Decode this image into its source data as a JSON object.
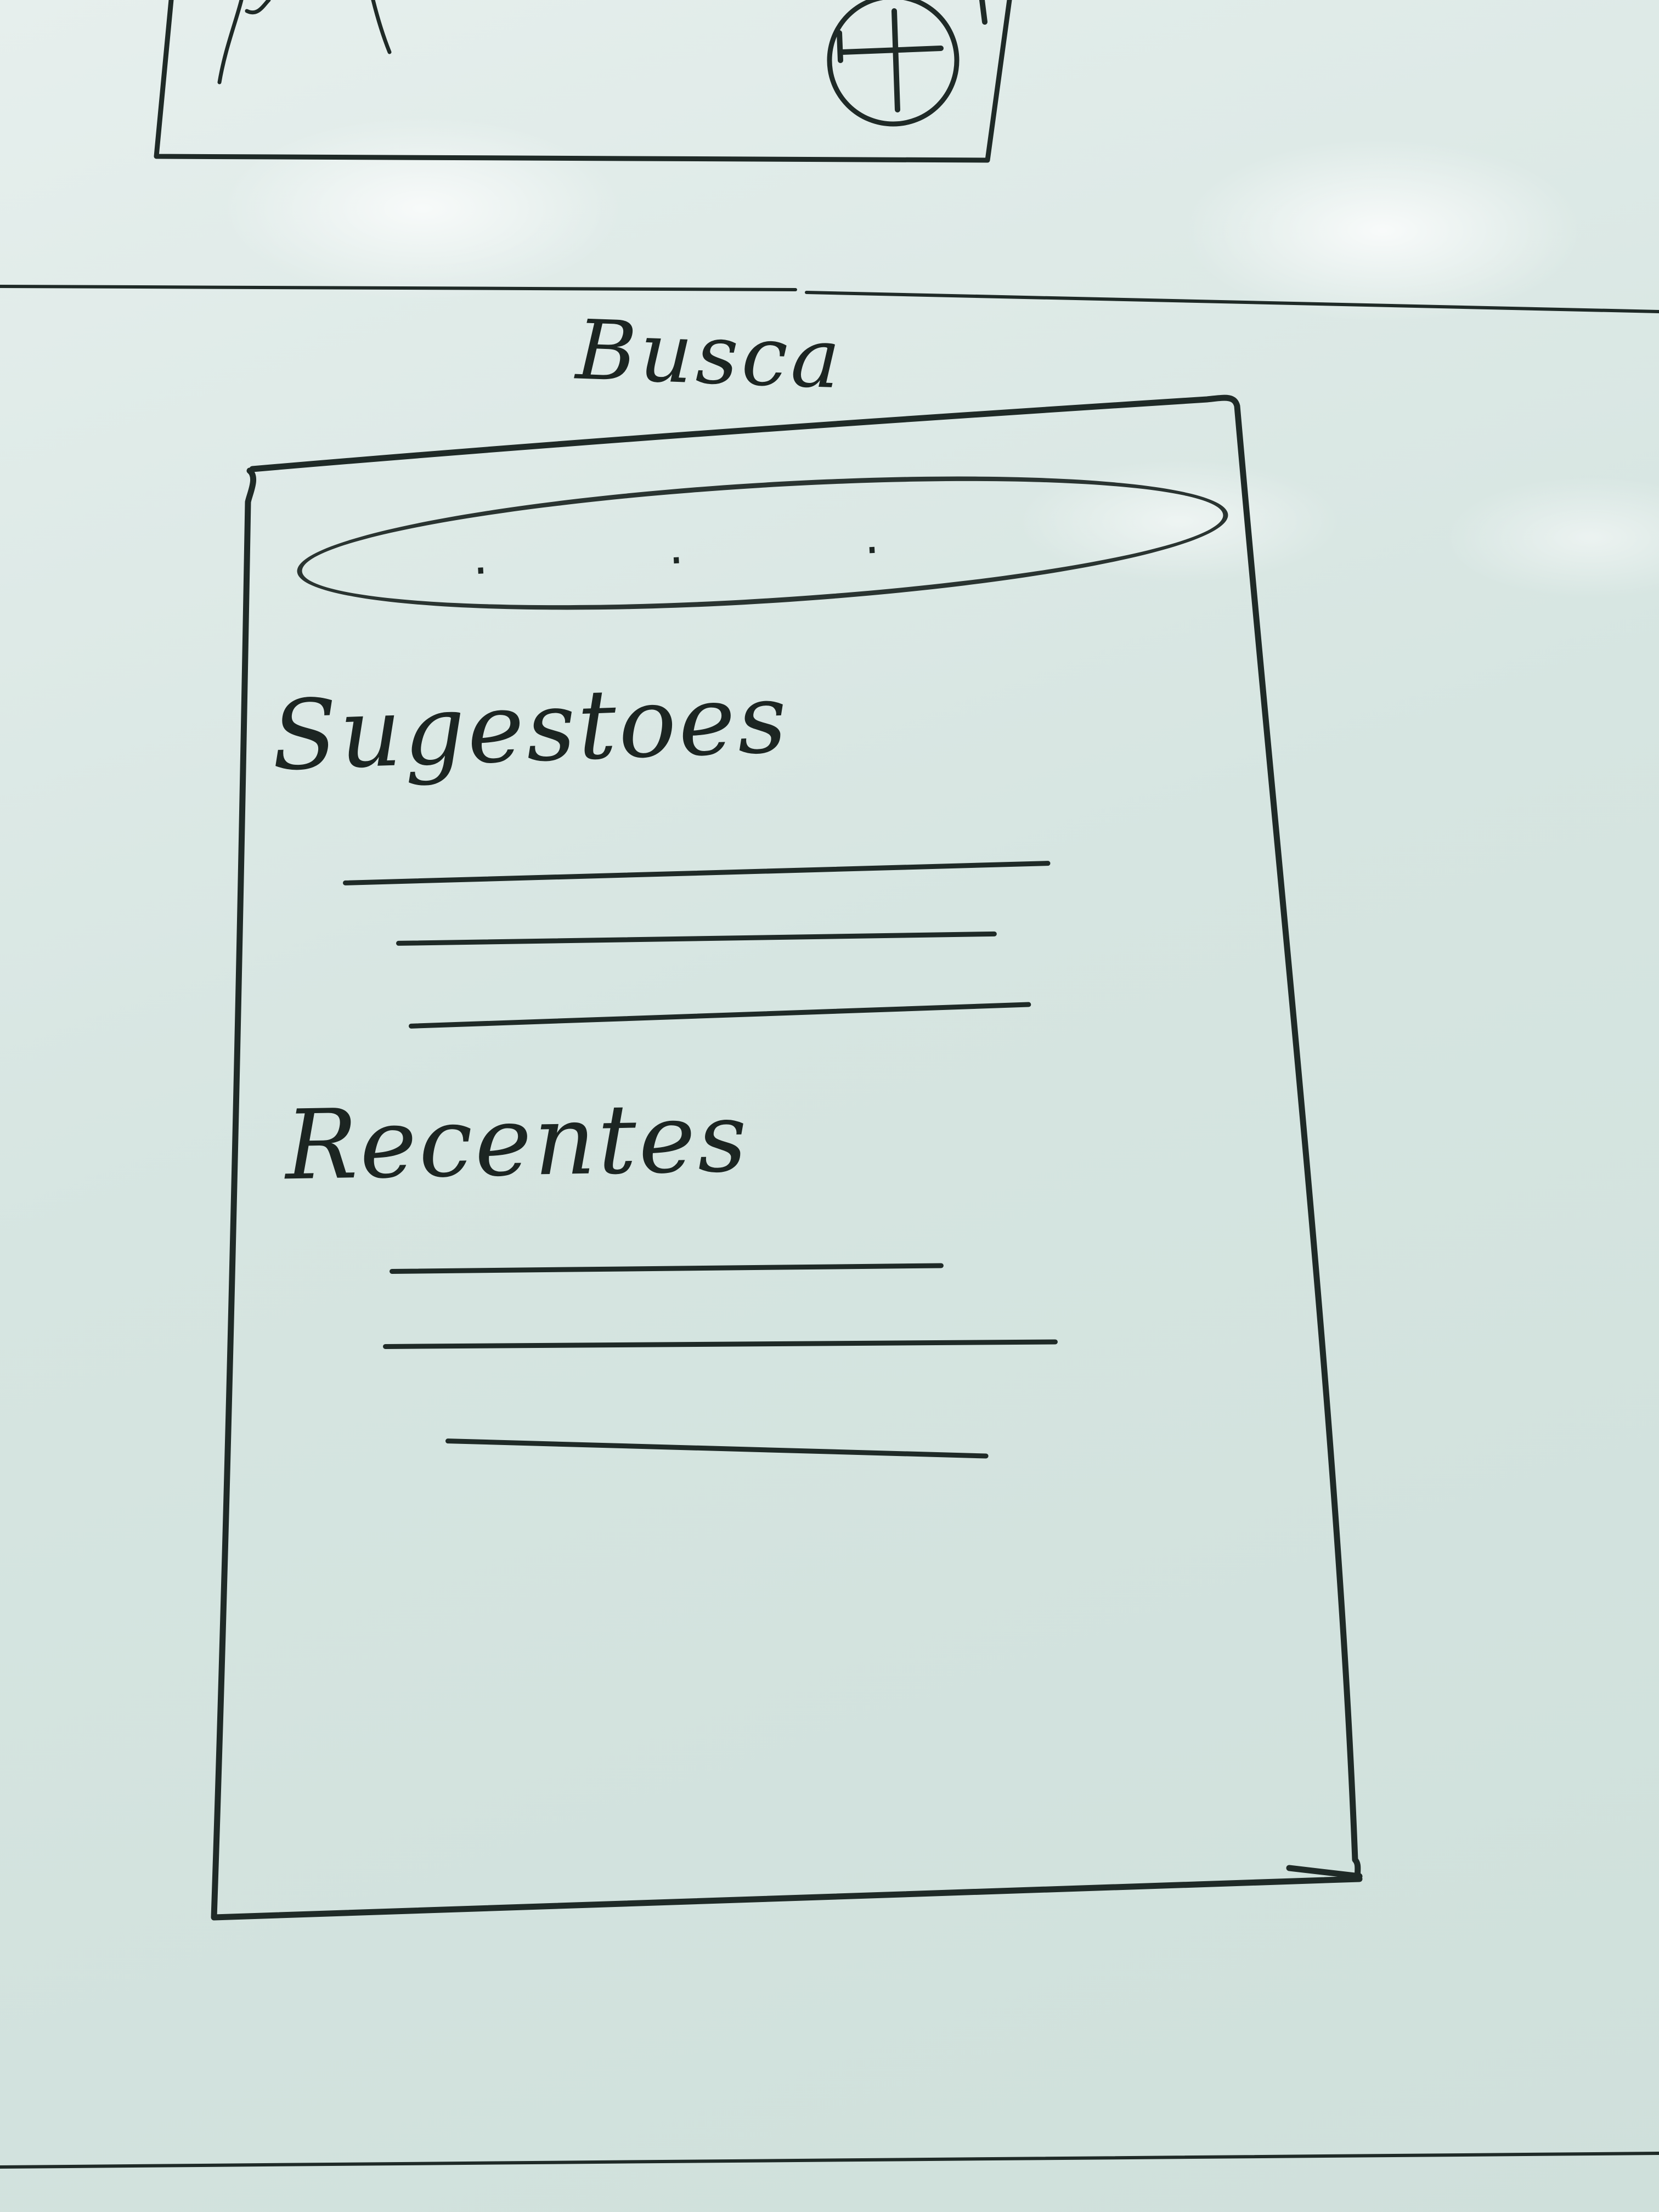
{
  "screen": {
    "title": "Busca",
    "search": {
      "placeholder": ". . ."
    },
    "sections": [
      {
        "heading": "Sugestoes",
        "items": 3
      },
      {
        "heading": "Recentes",
        "items": 3
      }
    ]
  },
  "previous_screen_fragment": {
    "button_glyph": "+"
  }
}
